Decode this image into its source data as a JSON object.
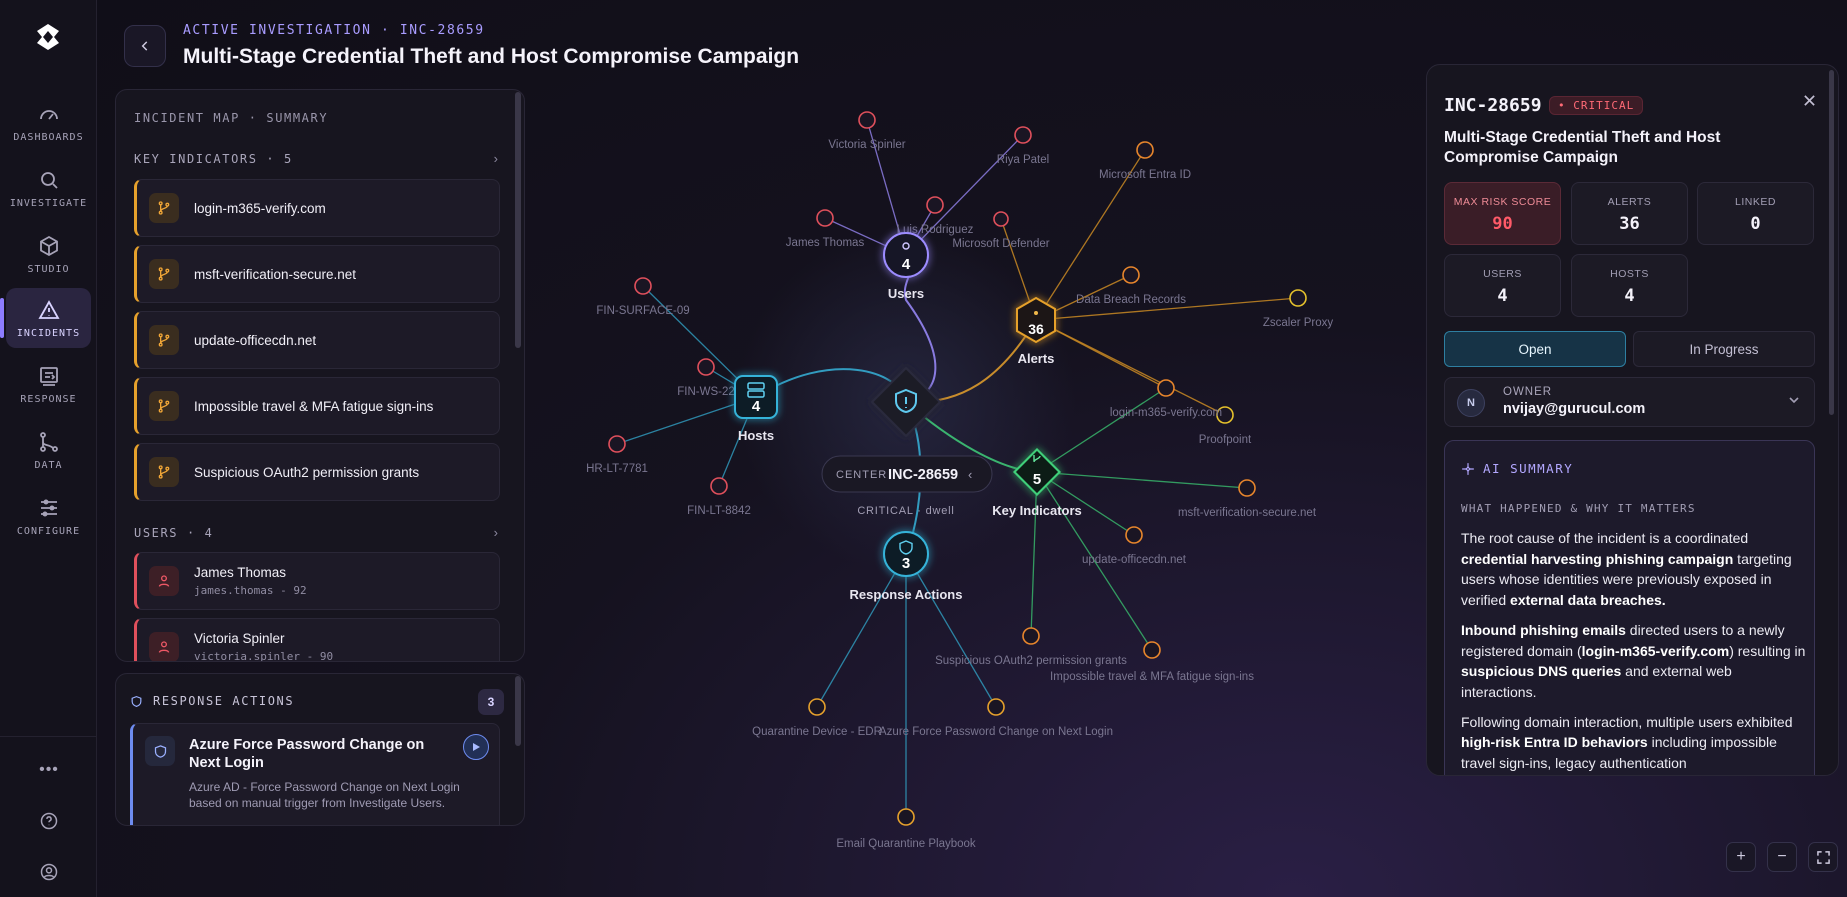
{
  "sidebar": {
    "items": [
      {
        "label": "DASHBOARDS"
      },
      {
        "label": "INVESTIGATE"
      },
      {
        "label": "STUDIO"
      },
      {
        "label": "INCIDENTS"
      },
      {
        "label": "RESPONSE"
      },
      {
        "label": "DATA"
      },
      {
        "label": "CONFIGURE"
      }
    ],
    "more": "•••"
  },
  "header": {
    "subtitle": "ACTIVE INVESTIGATION · INC-28659",
    "title": "Multi-Stage Credential Theft and Host Compromise Campaign"
  },
  "left_panel": {
    "title": "INCIDENT MAP · SUMMARY",
    "indicators_head": "KEY INDICATORS · 5",
    "indicators": [
      "login-m365-verify.com",
      "msft-verification-secure.net",
      "update-officecdn.net",
      "Impossible travel & MFA fatigue sign-ins",
      "Suspicious OAuth2 permission grants"
    ],
    "users_head": "USERS · 4",
    "users": [
      {
        "name": "James Thomas",
        "sub": "james.thomas - 92"
      },
      {
        "name": "Victoria Spinler",
        "sub": "victoria.spinler - 90"
      }
    ],
    "chev": "›"
  },
  "response_panel": {
    "title": "RESPONSE ACTIONS",
    "count": "3",
    "item_title": "Azure Force Password Change on Next Login",
    "item_desc": "Azure AD - Force Password Change on Next Login based on manual trigger from Investigate Users."
  },
  "graph": {
    "center_label": "CENTER",
    "center_id": "INC-28659",
    "center_sub": "CRITICAL · dwell",
    "hubs": {
      "users": {
        "label": "Users",
        "count": "4"
      },
      "hosts": {
        "label": "Hosts",
        "count": "4"
      },
      "alerts": {
        "label": "Alerts",
        "count": "36"
      },
      "indicators": {
        "label": "Key Indicators",
        "count": "5"
      },
      "response": {
        "label": "Response Actions",
        "count": "3"
      }
    },
    "users": [
      "Victoria Spinler",
      "Riya Patel",
      "Luis Rodriguez",
      "James Thomas"
    ],
    "hosts": [
      "FIN-SURFACE-09",
      "FIN-WS-22",
      "HR-LT-7781",
      "FIN-LT-8842"
    ],
    "alerts": [
      "Microsoft Entra ID",
      "Microsoft Defender",
      "Data Breach Records",
      "Zscaler Proxy",
      "Proofpoint"
    ],
    "indicators": [
      "login-m365-verify.com",
      "msft-verification-secure.net",
      "update-officecdn.net",
      "Suspicious OAuth2 permission grants",
      "Impossible travel & MFA fatigue sign-ins"
    ],
    "response": [
      "Quarantine Device - EDR",
      "Azure Force Password Change on Next Login",
      "Email Quarantine Playbook"
    ]
  },
  "detail": {
    "id": "INC-28659",
    "badge": "• CRITICAL",
    "title": "Multi-Stage Credential Theft and Host Compromise Campaign",
    "stats": {
      "risk_label": "MAX RISK SCORE",
      "risk_value": "90",
      "alerts_label": "ALERTS",
      "alerts_value": "36",
      "linked_label": "LINKED",
      "linked_value": "0",
      "users_label": "USERS",
      "users_value": "4",
      "hosts_label": "HOSTS",
      "hosts_value": "4"
    },
    "status_open": "Open",
    "status_progress": "In Progress",
    "owner_label": "OWNER",
    "owner_initial": "N",
    "owner_value": "nvijay@gurucul.com",
    "ai_title": "AI SUMMARY",
    "ai_sub": "WHAT HAPPENED & WHY IT MATTERS",
    "p1": {
      "a": "The root cause of the incident is a coordinated ",
      "b": "credential harvesting phishing campaign",
      "c": " targeting users whose identities were previously exposed in verified ",
      "d": "external data breaches."
    },
    "p2": {
      "a": "Inbound phishing emails",
      "b": " directed users to a newly registered domain (",
      "c": "login-m365-verify.com",
      "d": ") resulting in ",
      "e": "suspicious DNS queries",
      "f": " and external web interactions."
    },
    "p3": {
      "a": "Following domain interaction, multiple users exhibited ",
      "b": "high-risk Entra ID behaviors",
      "c": " including impossible travel sign-ins, legacy authentication"
    }
  },
  "colors": {
    "accent": "#8d7cff",
    "critical": "#ff5a68",
    "indicator": "#e6a12c",
    "host": "#36b3d9",
    "ind_green": "#3fcf7a"
  }
}
